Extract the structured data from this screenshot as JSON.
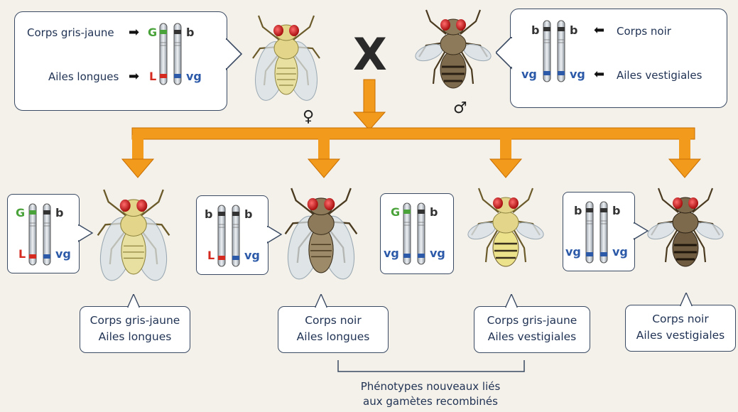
{
  "parents": {
    "female": {
      "labels": {
        "body": "Corps gris-jaune",
        "wings": "Ailes longues"
      },
      "alleles": {
        "left_top": "G",
        "right_top": "b",
        "left_bottom": "L",
        "right_bottom": "vg"
      },
      "symbol": "♀"
    },
    "male": {
      "labels": {
        "body": "Corps noir",
        "wings": "Ailes vestigiales"
      },
      "alleles": {
        "left_top": "b",
        "right_top": "b",
        "left_bottom": "vg",
        "right_bottom": "vg"
      },
      "symbol": "♂"
    },
    "cross": "X"
  },
  "offspring": [
    {
      "alleles": {
        "left_top": "G",
        "right_top": "b",
        "left_bottom": "L",
        "right_bottom": "vg"
      },
      "phenotype": [
        "Corps gris-jaune",
        "Ailes longues"
      ]
    },
    {
      "alleles": {
        "left_top": "b",
        "right_top": "b",
        "left_bottom": "L",
        "right_bottom": "vg"
      },
      "phenotype": [
        "Corps noir",
        "Ailes longues"
      ]
    },
    {
      "alleles": {
        "left_top": "G",
        "right_top": "b",
        "left_bottom": "vg",
        "right_bottom": "vg"
      },
      "phenotype": [
        "Corps gris-jaune",
        "Ailes vestigiales"
      ]
    },
    {
      "alleles": {
        "left_top": "b",
        "right_top": "b",
        "left_bottom": "vg",
        "right_bottom": "vg"
      },
      "phenotype": [
        "Corps noir",
        "Ailes vestigiales"
      ]
    }
  ],
  "recombinant_note": [
    "Phénotypes nouveaux liés",
    "aux gamètes recombinés"
  ],
  "colors": {
    "arrow": "#f29a1c",
    "green": "#4aa33a",
    "red": "#d42a20",
    "blue": "#2c5aa8",
    "border": "#3a4a63"
  }
}
